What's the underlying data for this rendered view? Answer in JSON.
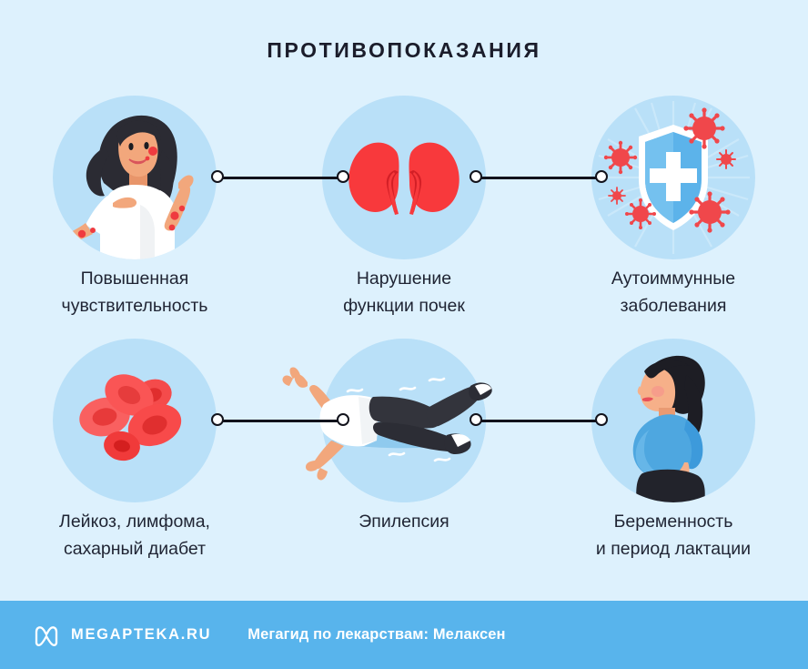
{
  "title": "ПРОТИВОПОКАЗАНИЯ",
  "colors": {
    "background": "#ddf1fd",
    "circle": "#b9e0f8",
    "text": "#1f2433",
    "title_text": "#1b1d2b",
    "connector": "#12131c",
    "footer_bar": "#58b4ec",
    "footer_text": "#ffffff",
    "accent_red": "#f4393c",
    "accent_blue": "#4ca9e8",
    "skin": "#f2a276",
    "hair": "#2b2b33"
  },
  "items": [
    {
      "icon": "allergy-rash-woman-icon",
      "caption_lines": [
        "Повышенная",
        "чувствительность"
      ]
    },
    {
      "icon": "kidneys-icon",
      "caption_lines": [
        "Нарушение",
        "функции почек"
      ]
    },
    {
      "icon": "autoimmune-shield-virus-icon",
      "caption_lines": [
        "Аутоиммунные",
        "заболевания"
      ]
    },
    {
      "icon": "blood-cells-icon",
      "caption_lines": [
        "Лейкоз, лимфома,",
        "сахарный диабет"
      ]
    },
    {
      "icon": "epilepsy-seizure-person-icon",
      "caption_lines": [
        "Эпилепсия",
        ""
      ]
    },
    {
      "icon": "pregnant-woman-icon",
      "caption_lines": [
        "Беременность",
        "и период лактации"
      ]
    }
  ],
  "footer": {
    "logo": "megapteka-m-logo-icon",
    "brand": "MEGAPTEKA.RU",
    "tagline": "Мегагид по лекарствам: Мелаксен"
  }
}
